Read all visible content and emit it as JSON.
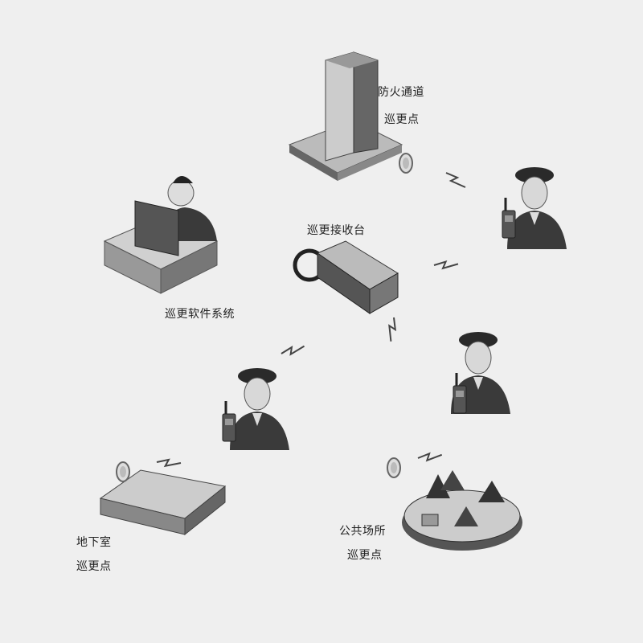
{
  "nodes": {
    "fire_exit": {
      "title": "防火通道",
      "subtitle": "巡更点"
    },
    "receiver": {
      "title": "巡更接收台"
    },
    "software": {
      "title": "巡更软件系统"
    },
    "basement": {
      "title": "地下室",
      "subtitle": "巡更点"
    },
    "public_place": {
      "title": "公共场所",
      "subtitle": "巡更点"
    }
  }
}
